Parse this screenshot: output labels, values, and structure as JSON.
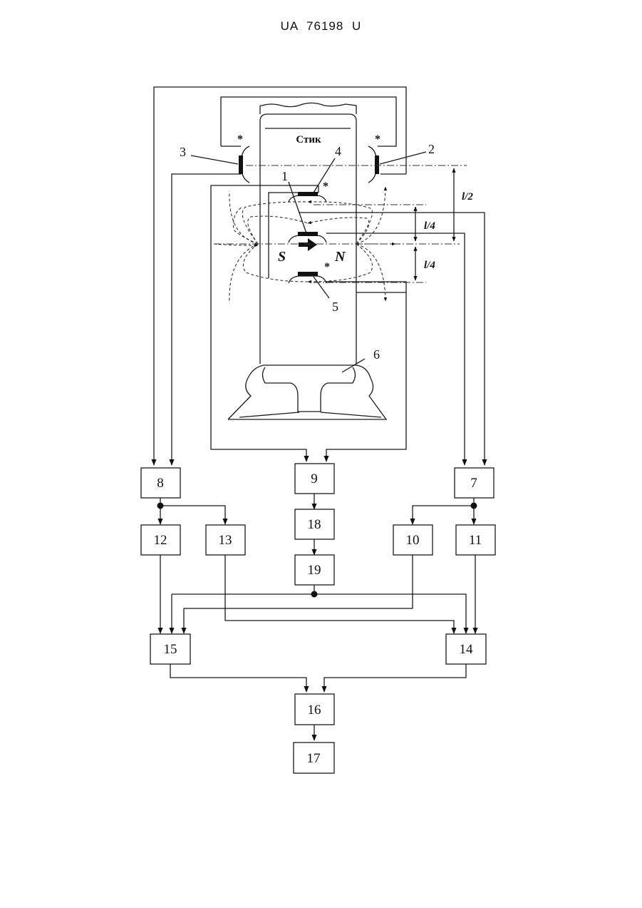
{
  "header": {
    "text": "UA 76198 U"
  },
  "labels": {
    "title": "Стик",
    "pole_s": "S",
    "pole_n": "N",
    "dim_half": "l/2",
    "dim_quarter_top": "l/4",
    "dim_quarter_bottom": "l/4",
    "star": "*"
  },
  "refs": {
    "r1": "1",
    "r2": "2",
    "r3": "3",
    "r4": "4",
    "r5": "5",
    "r6": "6"
  },
  "blocks": {
    "b7": "7",
    "b8": "8",
    "b9": "9",
    "b10": "10",
    "b11": "11",
    "b12": "12",
    "b13": "13",
    "b14": "14",
    "b15": "15",
    "b16": "16",
    "b17": "17",
    "b18": "18",
    "b19": "19"
  }
}
